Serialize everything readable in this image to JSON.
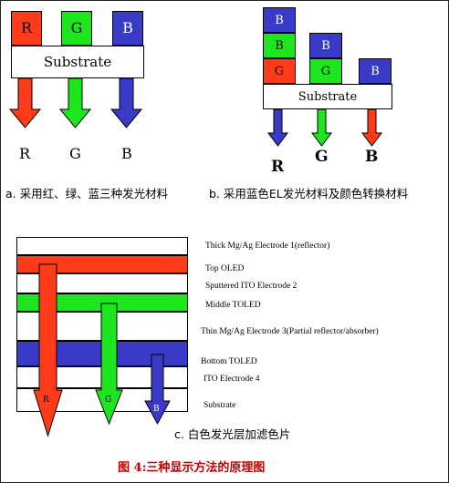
{
  "panel_a": {
    "blocks": {
      "r": "R",
      "g": "G",
      "b": "B"
    },
    "substrate": "Substrate",
    "outputs": {
      "r": "R",
      "g": "G",
      "b": "B"
    },
    "caption": "a. 采用红、绿、蓝三种发光材料"
  },
  "panel_b": {
    "col1": {
      "top": "B",
      "mid": "B",
      "bottom": "G"
    },
    "col2": {
      "top": "B",
      "bottom": "G"
    },
    "col3": {
      "bottom": "B"
    },
    "substrate": "Substrate",
    "outputs": {
      "r": "R",
      "g": "G",
      "b": "B"
    },
    "caption": "b. 采用蓝色EL发光材料及颜色转换材料"
  },
  "panel_c": {
    "layers": [
      "Thick Mg/Ag Electrode 1(reflector)",
      "Top OLED",
      "Sputtered ITO Electrode 2",
      "Middle TOLED",
      "Thin Mg/Ag Electrode 3(Partial reflector/absorber)",
      "Bottom TOLED",
      "ITO Electrode 4",
      "Substrate"
    ],
    "arrow_labels": {
      "r": "R",
      "g": "G",
      "b": "B"
    },
    "caption": "c. 白色发光层加滤色片"
  },
  "figure_title": "图 4:三种显示方法的原理图",
  "colors": {
    "red": "#ff3b1a",
    "green": "#1ee61e",
    "blue": "#3a3ac8",
    "title": "#c80000"
  }
}
